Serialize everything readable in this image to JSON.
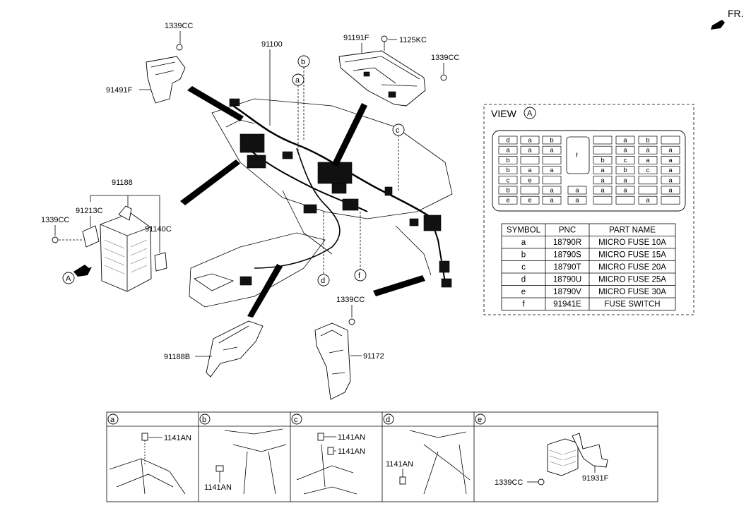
{
  "orientation": {
    "label": "FR."
  },
  "parts": {
    "bolt_1339cc_top": "1339CC",
    "bracket_91491f": "91491F",
    "harness_91100": "91100",
    "bracket_91191f": "91191F",
    "bolt_1125kc": "1125KC",
    "bolt_1339cc_right": "1339CC",
    "junction_91188": "91188",
    "bracket_91213c": "91213C",
    "bolt_1339cc_left": "1339CC",
    "relay_91140c": "91140C",
    "bolt_1339cc_bottom": "1339CC",
    "bracket_91188b": "91188B",
    "bracket_91172": "91172"
  },
  "callouts": {
    "a": "a",
    "b": "b",
    "c": "c",
    "d": "d",
    "f": "f",
    "view_a": "A"
  },
  "view": {
    "title": "VIEW",
    "circle": "A",
    "fuse_grid": [
      [
        "d",
        "a",
        "b",
        "",
        "",
        "a",
        "b",
        ""
      ],
      [
        "a",
        "a",
        "a",
        "",
        "",
        "a",
        "a",
        "a"
      ],
      [
        "b",
        "",
        "",
        "",
        "b",
        "c",
        "a",
        "a"
      ],
      [
        "b",
        "a",
        "a",
        "",
        "a",
        "b",
        "c",
        "a"
      ],
      [
        "c",
        "e",
        "",
        "",
        "a",
        "a",
        "",
        "a"
      ],
      [
        "b",
        "",
        "a",
        "a",
        "a",
        "a",
        "",
        "a"
      ],
      [
        "e",
        "e",
        "a",
        "a",
        "",
        "",
        "a",
        ""
      ]
    ],
    "switch_label": "f",
    "table": {
      "headers": [
        "SYMBOL",
        "PNC",
        "PART NAME"
      ],
      "rows": [
        [
          "a",
          "18790R",
          "MICRO FUSE 10A"
        ],
        [
          "b",
          "18790S",
          "MICRO FUSE 15A"
        ],
        [
          "c",
          "18790T",
          "MICRO FUSE 20A"
        ],
        [
          "d",
          "18790U",
          "MICRO FUSE 25A"
        ],
        [
          "e",
          "18790V",
          "MICRO FUSE 30A"
        ],
        [
          "f",
          "91941E",
          "FUSE SWITCH"
        ]
      ]
    }
  },
  "details": [
    {
      "tag": "a",
      "labels": [
        "1141AN"
      ]
    },
    {
      "tag": "b",
      "labels": [
        "1141AN"
      ]
    },
    {
      "tag": "c",
      "labels": [
        "1141AN",
        "1141AN"
      ]
    },
    {
      "tag": "d",
      "labels": [
        "1141AN"
      ]
    },
    {
      "tag": "e",
      "labels": [
        "1339CC",
        "91931F"
      ]
    }
  ]
}
